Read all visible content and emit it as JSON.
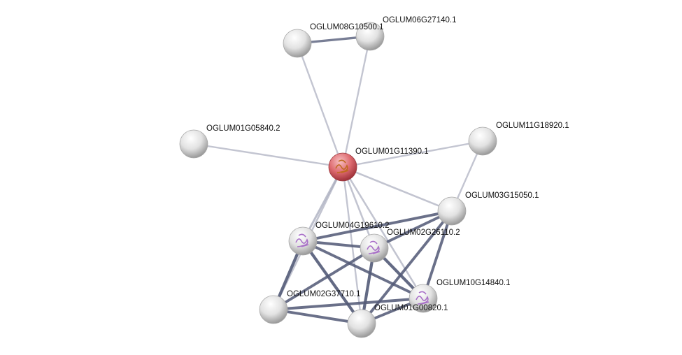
{
  "network": {
    "query_node": "OGLUM01G11390.1",
    "colors": {
      "query": "#d9595f",
      "node": "#e0e0e0",
      "edge_strong": "#545b78",
      "edge_weak": "#a6a9bb"
    },
    "nodes": [
      {
        "id": "OGLUM08G10500.1",
        "label": "OGLUM08G10500.1",
        "structure": false
      },
      {
        "id": "OGLUM06G27140.1",
        "label": "OGLUM06G27140.1",
        "structure": false
      },
      {
        "id": "OGLUM01G05840.2",
        "label": "OGLUM01G05840.2",
        "structure": false
      },
      {
        "id": "OGLUM11G18920.1",
        "label": "OGLUM11G18920.1",
        "structure": false
      },
      {
        "id": "OGLUM01G11390.1",
        "label": "OGLUM01G11390.1",
        "structure": true
      },
      {
        "id": "OGLUM03G15050.1",
        "label": "OGLUM03G15050.1",
        "structure": false
      },
      {
        "id": "OGLUM04G19610.2",
        "label": "OGLUM04G19610.2",
        "structure": true
      },
      {
        "id": "OGLUM02G26110.2",
        "label": "OGLUM02G26110.2",
        "structure": true
      },
      {
        "id": "OGLUM10G14840.1",
        "label": "OGLUM10G14840.1",
        "structure": true
      },
      {
        "id": "OGLUM02G37710.1",
        "label": "OGLUM02G37710.1",
        "structure": false
      },
      {
        "id": "OGLUM01G00820.1",
        "label": "OGLUM01G00820.1",
        "structure": false
      }
    ],
    "edges": [
      {
        "a": "OGLUM08G10500.1",
        "b": "OGLUM06G27140.1",
        "strength": 0.6
      },
      {
        "a": "OGLUM08G10500.1",
        "b": "OGLUM01G11390.1",
        "strength": 0.3
      },
      {
        "a": "OGLUM06G27140.1",
        "b": "OGLUM01G11390.1",
        "strength": 0.3
      },
      {
        "a": "OGLUM01G05840.2",
        "b": "OGLUM01G11390.1",
        "strength": 0.3
      },
      {
        "a": "OGLUM11G18920.1",
        "b": "OGLUM01G11390.1",
        "strength": 0.3
      },
      {
        "a": "OGLUM11G18920.1",
        "b": "OGLUM03G15050.1",
        "strength": 0.3
      },
      {
        "a": "OGLUM01G11390.1",
        "b": "OGLUM03G15050.1",
        "strength": 0.35
      },
      {
        "a": "OGLUM01G11390.1",
        "b": "OGLUM04G19610.2",
        "strength": 0.5
      },
      {
        "a": "OGLUM01G11390.1",
        "b": "OGLUM02G37710.1",
        "strength": 0.35
      },
      {
        "a": "OGLUM01G11390.1",
        "b": "OGLUM02G26110.2",
        "strength": 0.35
      },
      {
        "a": "OGLUM01G11390.1",
        "b": "OGLUM01G00820.1",
        "strength": 0.3
      },
      {
        "a": "OGLUM01G11390.1",
        "b": "OGLUM10G14840.1",
        "strength": 0.35
      },
      {
        "a": "OGLUM04G19610.2",
        "b": "OGLUM03G15050.1",
        "strength": 0.8
      },
      {
        "a": "OGLUM04G19610.2",
        "b": "OGLUM02G26110.2",
        "strength": 0.8
      },
      {
        "a": "OGLUM04G19610.2",
        "b": "OGLUM10G14840.1",
        "strength": 0.8
      },
      {
        "a": "OGLUM04G19610.2",
        "b": "OGLUM02G37710.1",
        "strength": 0.9
      },
      {
        "a": "OGLUM04G19610.2",
        "b": "OGLUM01G00820.1",
        "strength": 0.9
      },
      {
        "a": "OGLUM02G26110.2",
        "b": "OGLUM03G15050.1",
        "strength": 0.8
      },
      {
        "a": "OGLUM02G26110.2",
        "b": "OGLUM10G14840.1",
        "strength": 0.9
      },
      {
        "a": "OGLUM02G26110.2",
        "b": "OGLUM02G37710.1",
        "strength": 0.8
      },
      {
        "a": "OGLUM02G26110.2",
        "b": "OGLUM01G00820.1",
        "strength": 0.9
      },
      {
        "a": "OGLUM03G15050.1",
        "b": "OGLUM10G14840.1",
        "strength": 0.8
      },
      {
        "a": "OGLUM03G15050.1",
        "b": "OGLUM01G00820.1",
        "strength": 0.8
      },
      {
        "a": "OGLUM10G14840.1",
        "b": "OGLUM02G37710.1",
        "strength": 0.8
      },
      {
        "a": "OGLUM10G14840.1",
        "b": "OGLUM01G00820.1",
        "strength": 0.8
      },
      {
        "a": "OGLUM02G37710.1",
        "b": "OGLUM01G00820.1",
        "strength": 0.8
      }
    ]
  }
}
